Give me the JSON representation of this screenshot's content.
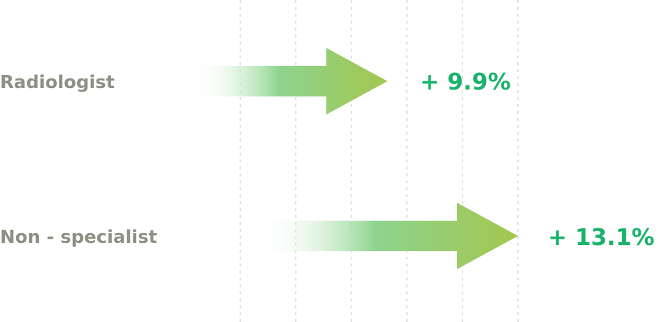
{
  "chart_data": {
    "type": "bar",
    "orientation": "horizontal",
    "categories": [
      "Radiologist",
      "Non - specialist"
    ],
    "series": [
      {
        "values": [
          9.9,
          13.1
        ]
      }
    ],
    "value_labels": [
      "+ 9.9%",
      "+ 13.1%"
    ],
    "grid": true,
    "colors": {
      "arrow_start": "#ffffff",
      "arrow_mid": "#8dd48f",
      "arrow_end": "#a4c64d",
      "label_text": "#8f8f83",
      "value_text": "#19b36b",
      "grid": "#d9d9d9"
    }
  }
}
